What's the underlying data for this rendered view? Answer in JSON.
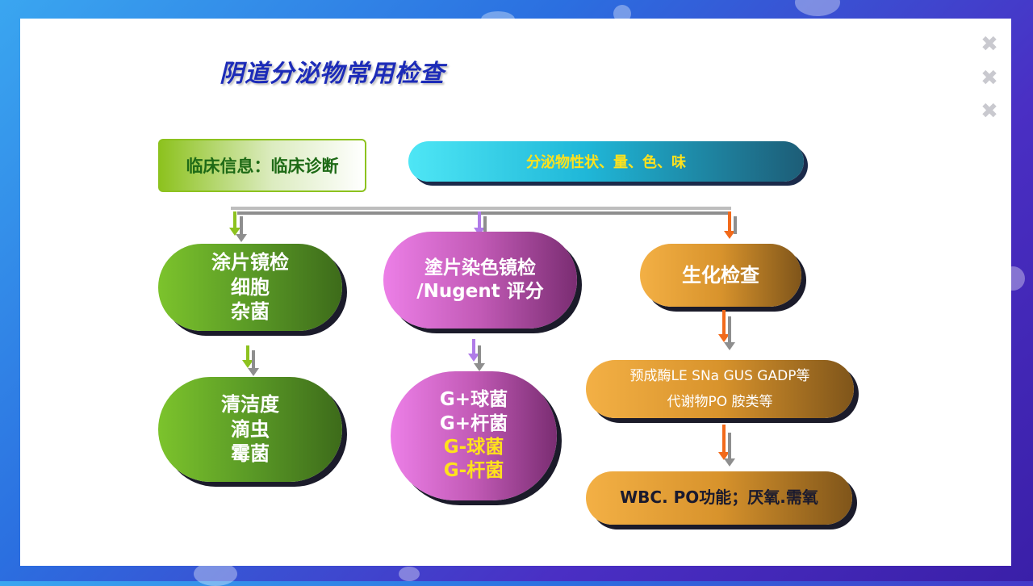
{
  "title": "阴道分泌物常用检查",
  "info_box": "临床信息：临床诊断",
  "properties_box": "分泌物性状、量、色、味",
  "close_marks": [
    "✖",
    "✖",
    "✖"
  ],
  "nodes": {
    "smear_exam": [
      "涂片镜检",
      "细胞",
      "杂菌"
    ],
    "cleanliness": [
      "清洁度",
      "滴虫",
      "霉菌"
    ],
    "stain_exam": [
      "塗片染色镜检",
      "/Nugent 评分"
    ],
    "gram": [
      "G+球菌",
      "G+杆菌",
      "G-球菌",
      "G-杆菌"
    ],
    "biochem": "生化检查",
    "enzymes": [
      "预成酶LE  SNa GUS GADP等",
      "代谢物PO  胺类等"
    ],
    "function": "WBC. PO功能；厌氧.需氧"
  },
  "colors": {
    "title": "#1c2bb8",
    "green_arrow": "#8dc21f",
    "purple_arrow": "#b07be8",
    "orange_arrow": "#f26a1b",
    "gray_arrow": "#8e8e8e",
    "highlight_text": "#ffe21c"
  }
}
